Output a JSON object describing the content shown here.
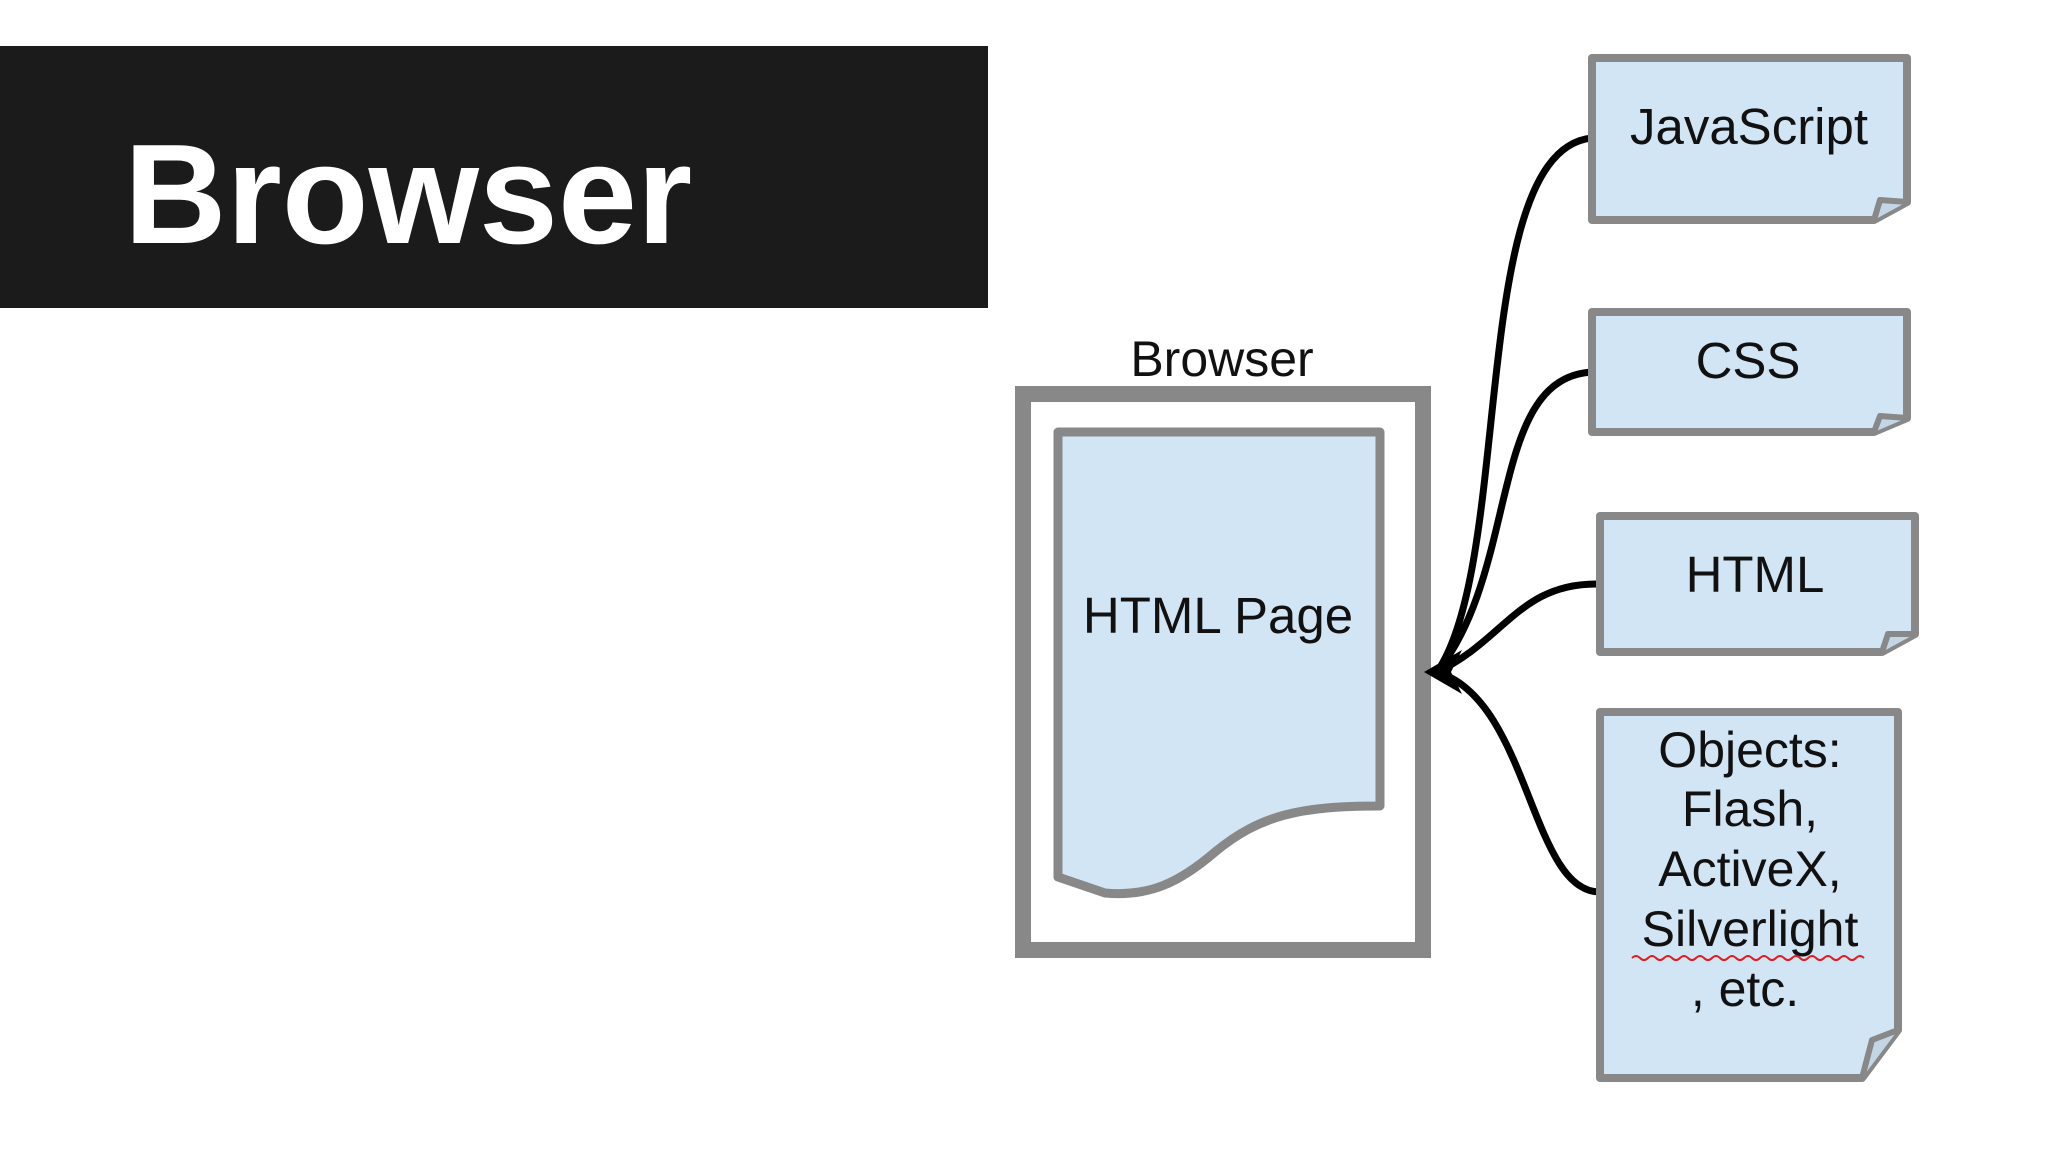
{
  "slide": {
    "title": "Browser"
  },
  "diagram": {
    "browser_label": "Browser",
    "page_label": "HTML Page",
    "components": {
      "javascript": "JavaScript",
      "css": "CSS",
      "html": "HTML",
      "objects": [
        "Objects:",
        "Flash,",
        "ActiveX,",
        "Silverlight",
        ", etc."
      ]
    },
    "colors": {
      "document_fill": "#d2e5f4",
      "frame_stroke": "#888888",
      "connector": "#000000",
      "title_band": "#1b1b1b",
      "spellcheck_underline": "#e02020"
    }
  }
}
